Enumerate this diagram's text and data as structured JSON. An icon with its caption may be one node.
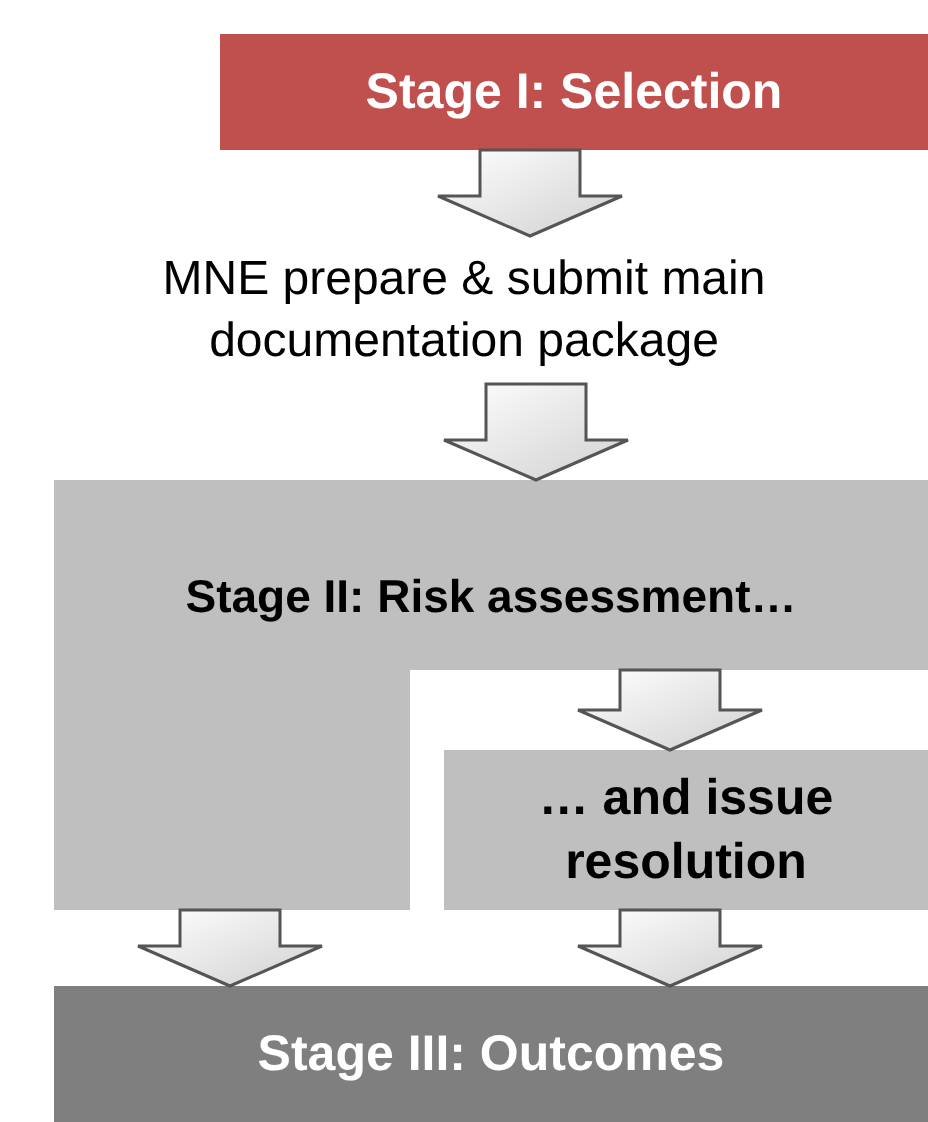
{
  "diagram": {
    "nodes": [
      {
        "text": [
          "Stage I: Selection"
        ]
      },
      {
        "text": [
          "MNE prepare & submit main documentation package"
        ]
      },
      {
        "text": [
          "Stage II: Risk assessment…"
        ]
      },
      {
        "text": [
          "… and issue resolution"
        ]
      },
      {
        "text": [
          "Stage III: Outcomes"
        ]
      }
    ],
    "edges": [
      {
        "from": 0,
        "to": 1,
        "arrow": "to"
      },
      {
        "from": 1,
        "to": 2,
        "arrow": "to"
      },
      {
        "from": 2,
        "to": 3,
        "arrow": "to"
      },
      {
        "from": 2,
        "to": 4,
        "arrow": "to"
      },
      {
        "from": 3,
        "to": 4,
        "arrow": "to"
      }
    ]
  }
}
